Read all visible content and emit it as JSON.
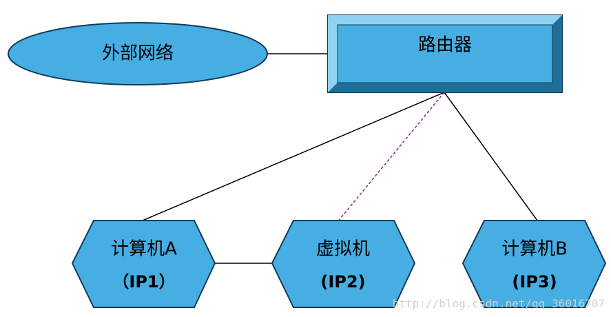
{
  "colors": {
    "node_fill": "#47aee3",
    "node_stroke": "#0f3a5a",
    "router_bevel_light": "#8fd2f2",
    "router_bevel_dark": "#1e6f98",
    "link": "#000000",
    "virtual_link": "#8a1e9a",
    "watermark": "#d0d0d0"
  },
  "nodes": {
    "external_network": {
      "label": "外部网络",
      "shape": "ellipse"
    },
    "router": {
      "label": "路由器",
      "shape": "beveled-rectangle"
    },
    "computer_a": {
      "label": "计算机A",
      "ip": "（IP1）",
      "shape": "hexagon"
    },
    "virtual_machine": {
      "label": "虚拟机",
      "ip": "(IP2)",
      "shape": "hexagon"
    },
    "computer_b": {
      "label": "计算机B",
      "ip": "(IP3)",
      "shape": "hexagon"
    }
  },
  "links": [
    {
      "from": "external_network",
      "to": "router",
      "style": "solid"
    },
    {
      "from": "router",
      "to": "computer_a",
      "style": "solid"
    },
    {
      "from": "router",
      "to": "virtual_machine",
      "style": "dashed"
    },
    {
      "from": "router",
      "to": "computer_b",
      "style": "solid"
    },
    {
      "from": "computer_a",
      "to": "virtual_machine",
      "style": "solid"
    }
  ],
  "watermark": "http://blog.csdn.net/qq_36016707"
}
